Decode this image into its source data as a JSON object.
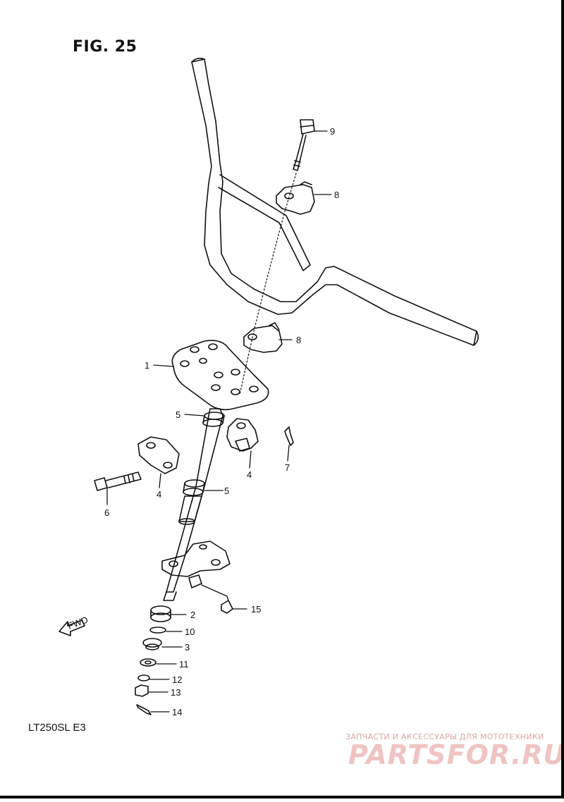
{
  "figure": {
    "title": "FIG. 25",
    "model_code": "LT250SL  E3"
  },
  "fwd_arrow_label": "FWD",
  "watermark": {
    "tagline": "ЗАПЧАСТИ И АКСЕССУАРЫ ДЛЯ МОТОТЕХНИКИ",
    "logo": "PARTSFOR.RU",
    "color": "#f0c4c4"
  },
  "callouts": [
    {
      "id": "c1",
      "number": "1"
    },
    {
      "id": "c2",
      "number": "2"
    },
    {
      "id": "c3",
      "number": "3"
    },
    {
      "id": "c4a",
      "number": "4"
    },
    {
      "id": "c4b",
      "number": "4"
    },
    {
      "id": "c5a",
      "number": "5"
    },
    {
      "id": "c5b",
      "number": "5"
    },
    {
      "id": "c6",
      "number": "6"
    },
    {
      "id": "c7",
      "number": "7"
    },
    {
      "id": "c8a",
      "number": "8"
    },
    {
      "id": "c8b",
      "number": "8"
    },
    {
      "id": "c9",
      "number": "9"
    },
    {
      "id": "c10",
      "number": "10"
    },
    {
      "id": "c11",
      "number": "11"
    },
    {
      "id": "c12",
      "number": "12"
    },
    {
      "id": "c13",
      "number": "13"
    },
    {
      "id": "c14",
      "number": "14"
    },
    {
      "id": "c15",
      "number": "15"
    }
  ]
}
